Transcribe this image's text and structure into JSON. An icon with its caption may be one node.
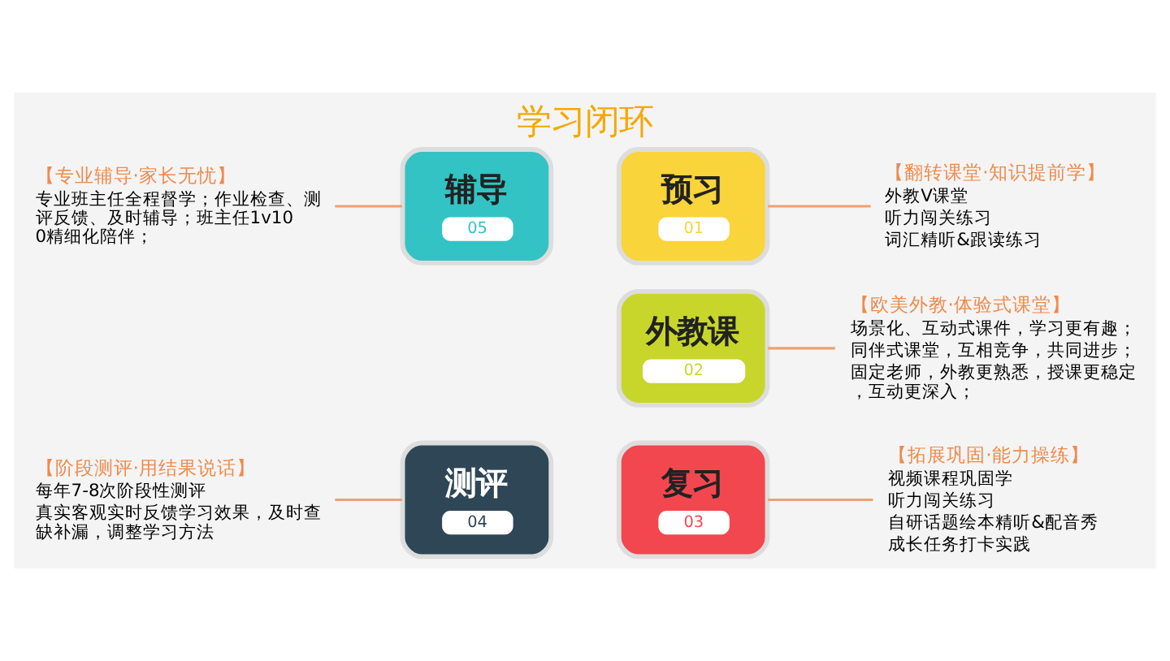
{
  "diagram": {
    "title": "学习闭环",
    "nodes": [
      {
        "text": [
          "预习",
          "01"
        ]
      },
      {
        "text": [
          "外教课",
          "02"
        ]
      },
      {
        "text": [
          "复习",
          "03"
        ]
      },
      {
        "text": [
          "测评",
          "04"
        ]
      },
      {
        "text": [
          "辅导",
          "05"
        ]
      },
      {
        "text": [
          "【专业辅导·家长无忧】",
          "专业班主任全程督学；作业检查、测评反馈、及时辅导；班主任1v100精细化陪伴；"
        ]
      },
      {
        "text": [
          "【翻转课堂·知识提前学】",
          "外教V课堂",
          "听力闯关练习",
          "词汇精听&跟读练习"
        ]
      },
      {
        "text": [
          "【欧美外教·体验式课堂】",
          "场景化、互动式课件，学习更有趣；",
          "同伴式课堂，互相竞争，共同进步；",
          "固定老师，外教更熟悉，授课更稳定，互动更深入；"
        ]
      },
      {
        "text": [
          "【阶段测评·用结果说话】",
          "每年7-8次阶段性测评",
          "真实客观实时反馈学习效果，及时查缺补漏，调整学习方法"
        ]
      },
      {
        "text": [
          "【拓展巩固·能力操练】",
          "视频课程巩固学",
          "听力闯关练习",
          "自研话题绘本精听&配音秀",
          "成长任务打卡实践"
        ]
      }
    ],
    "edges": [
      {
        "from": 5,
        "to": 4,
        "arrow": "none",
        "color": "#f0a070"
      },
      {
        "from": 0,
        "to": 6,
        "arrow": "none",
        "color": "#f0a070"
      },
      {
        "from": 1,
        "to": 7,
        "arrow": "none",
        "color": "#f0a070"
      },
      {
        "from": 8,
        "to": 3,
        "arrow": "none",
        "color": "#f0a070"
      },
      {
        "from": 2,
        "to": 9,
        "arrow": "none",
        "color": "#f0a070"
      }
    ]
  }
}
